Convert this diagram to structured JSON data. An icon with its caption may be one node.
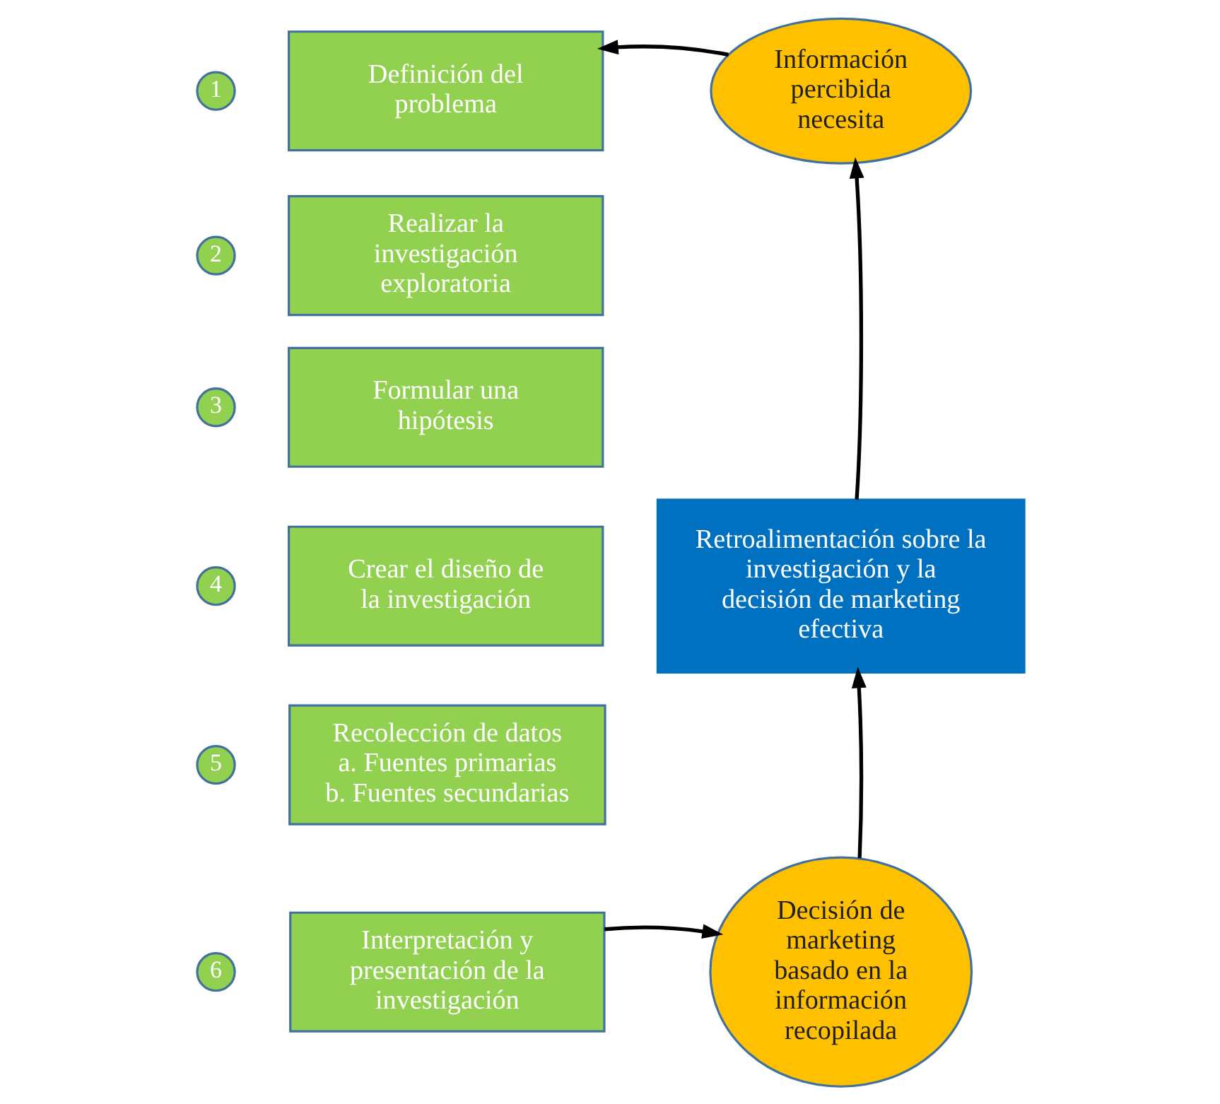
{
  "diagram": {
    "nodes": [
      {
        "text": [
          "1"
        ]
      },
      {
        "text": [
          "Definición del problema"
        ]
      },
      {
        "text": [
          "Información percibida necesita"
        ]
      },
      {
        "text": [
          "2"
        ]
      },
      {
        "text": [
          "Realizar la investigación exploratoria"
        ]
      },
      {
        "text": [
          "3"
        ]
      },
      {
        "text": [
          "Formular una hipótesis"
        ]
      },
      {
        "text": [
          "Retroalimentación sobre la investigación y la decisión de marketing efectiva"
        ]
      },
      {
        "text": [
          "4"
        ]
      },
      {
        "text": [
          "Crear el diseño de la investigación"
        ]
      },
      {
        "text": [
          "5"
        ]
      },
      {
        "text": [
          "Recolección de datos",
          "a. Fuentes primarias",
          "b. Fuentes secundarias"
        ]
      },
      {
        "text": [
          "6"
        ]
      },
      {
        "text": [
          "Interpretación y presentación de la investigación"
        ]
      },
      {
        "text": [
          "Decisión de marketing basado en la información recopilada"
        ]
      }
    ],
    "edges": [
      {
        "from": 2,
        "to": 1,
        "arrow": "to"
      },
      {
        "from": 13,
        "to": 14,
        "arrow": "to"
      },
      {
        "from": 14,
        "to": 7,
        "arrow": "to"
      },
      {
        "from": 7,
        "to": 2,
        "arrow": "to"
      }
    ]
  }
}
